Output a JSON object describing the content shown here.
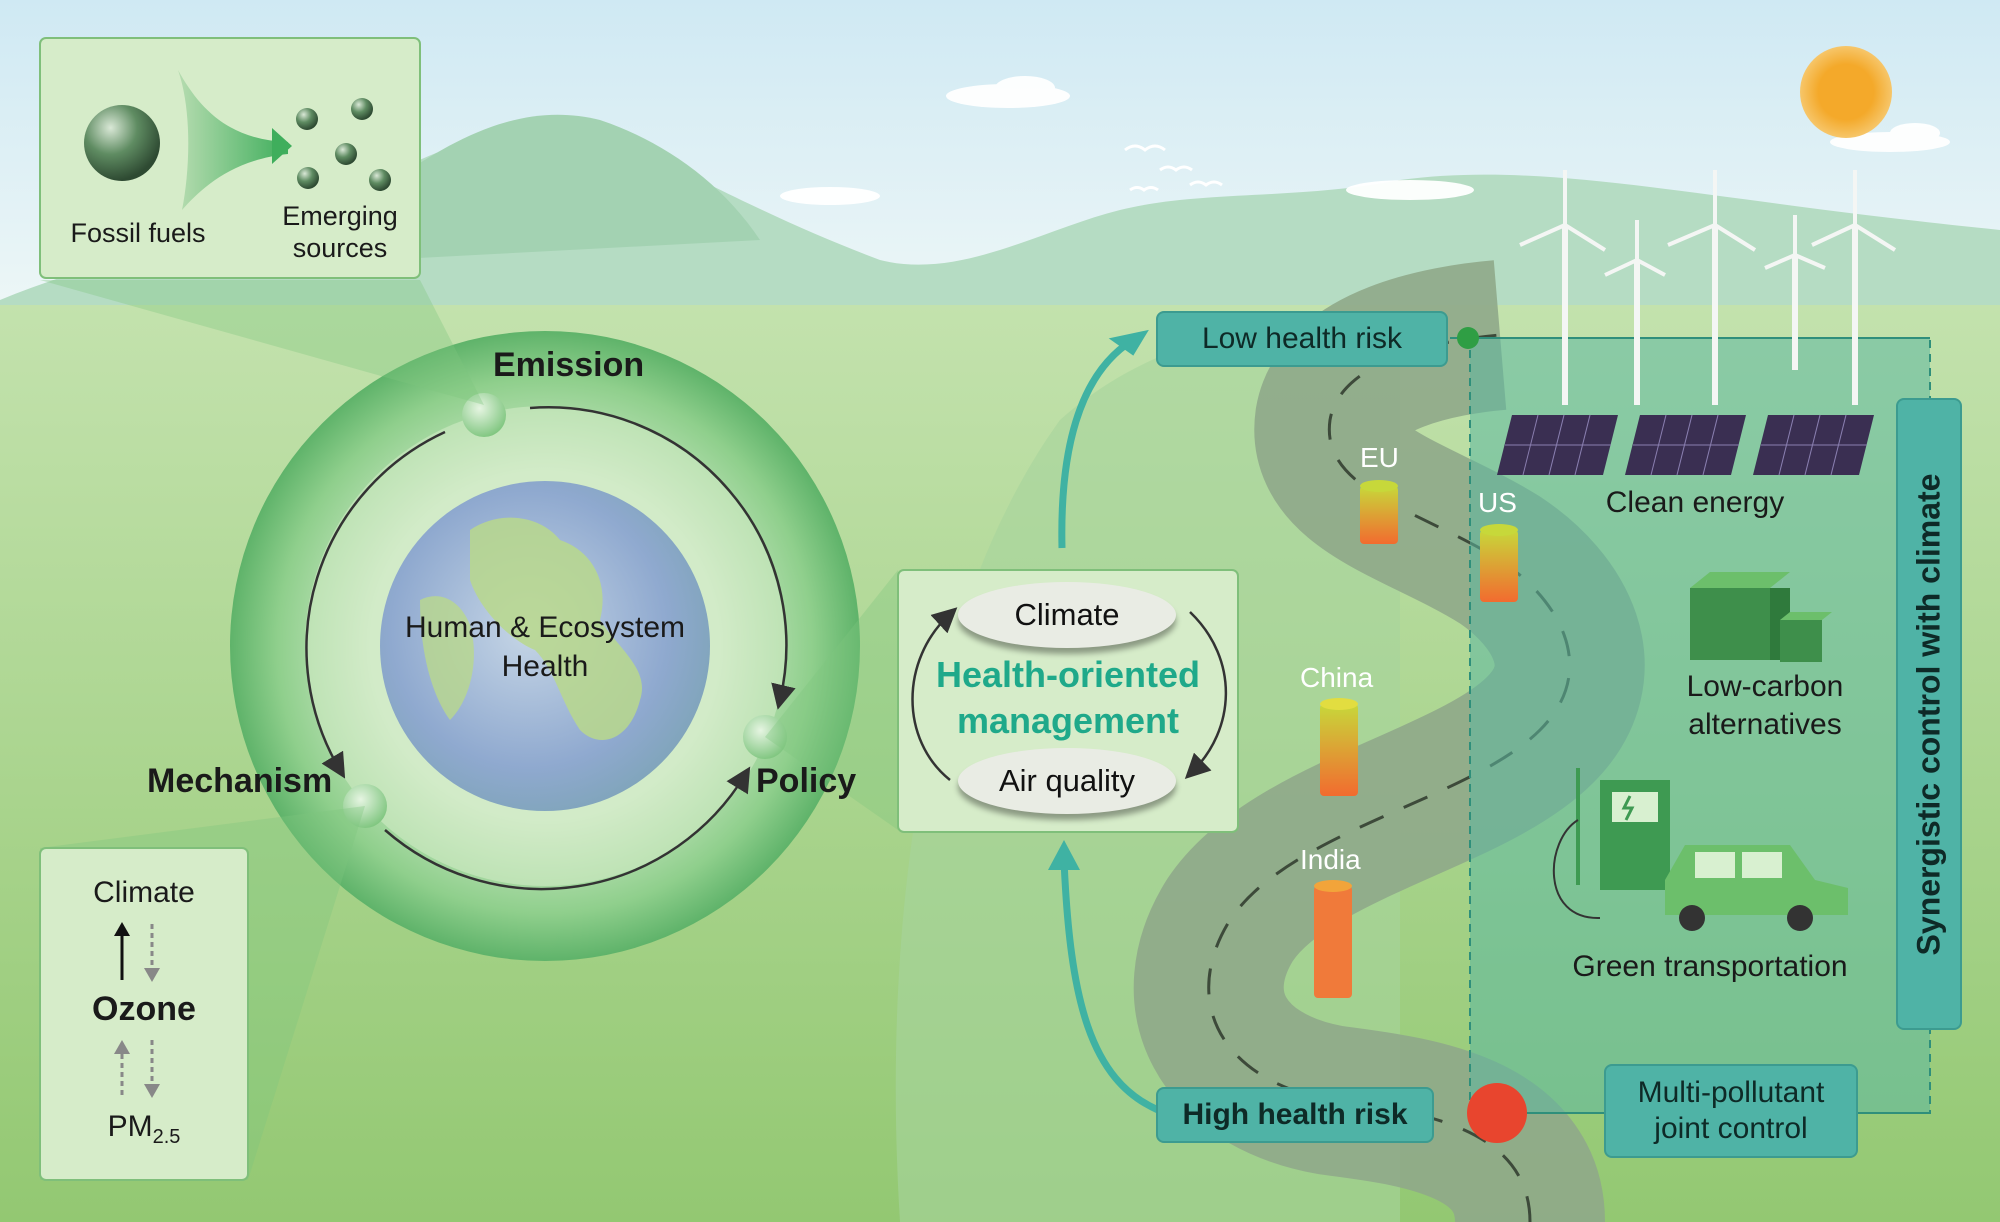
{
  "colors": {
    "sky_top": "#d4ecf4",
    "hills": "#a9d7b8",
    "meadow": "#a7d38f",
    "green_ring": "#7cc57b",
    "teal": "#4fb3a6",
    "accent_text": "#1fa98a",
    "road": "#8fa98a",
    "sun": "#f2a72b",
    "high_risk_dot": "#e8452e",
    "low_risk_dot": "#2f9e44"
  },
  "emission_inset": {
    "fossil_label": "Fossil fuels",
    "emerging_label": "Emerging sources"
  },
  "cycle": {
    "center_label": "Human & Ecosystem Health",
    "emission": "Emission",
    "mechanism": "Mechanism",
    "policy": "Policy"
  },
  "mechanism_inset": {
    "climate": "Climate",
    "ozone": "Ozone",
    "pm_base": "PM",
    "pm_sub": "2.5"
  },
  "management": {
    "climate": "Climate",
    "title_line1": "Health-oriented",
    "title_line2": "management",
    "air_quality": "Air quality"
  },
  "risk": {
    "low": "Low health risk",
    "high": "High health risk"
  },
  "regions": [
    {
      "label": "EU",
      "level": 0.35
    },
    {
      "label": "US",
      "level": 0.45
    },
    {
      "label": "China",
      "level": 0.6
    },
    {
      "label": "India",
      "level": 0.85
    }
  ],
  "right_panel": {
    "side_label": "Synergistic control with climate",
    "clean_energy": "Clean energy",
    "low_carbon": "Low-carbon alternatives",
    "green_transport": "Green transportation",
    "multi_pollutant": "Multi-pollutant joint control"
  }
}
